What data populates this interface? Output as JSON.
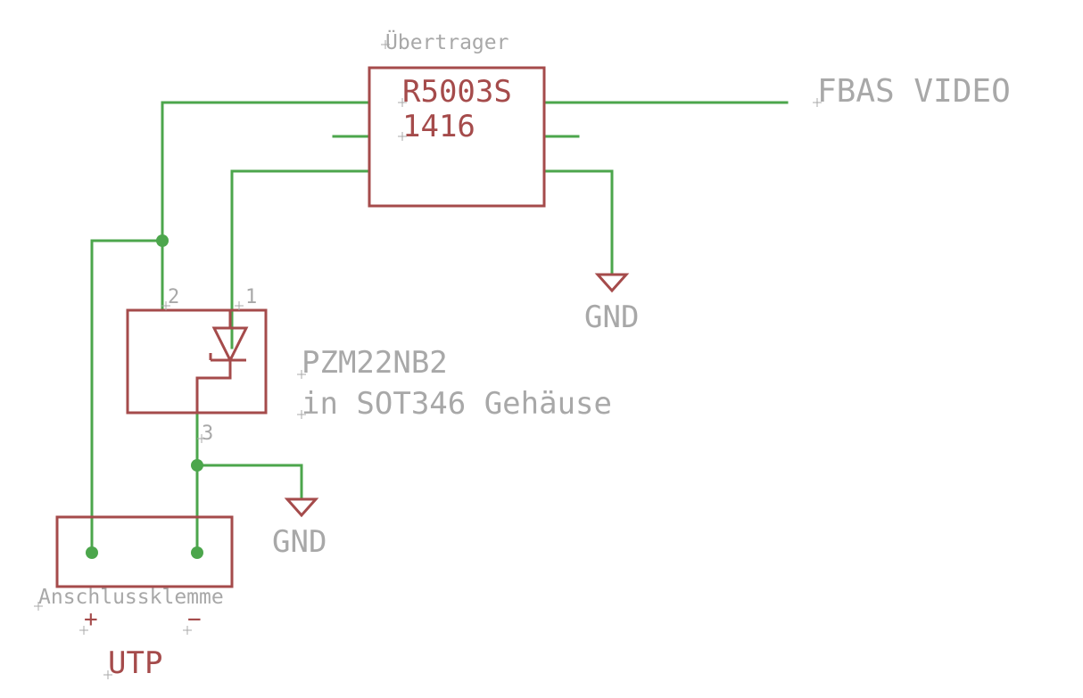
{
  "transformer": {
    "label": "Übertrager",
    "value_line1": "R5003S",
    "value_line2": "1416"
  },
  "video_net_label": "FBAS VIDEO",
  "zener": {
    "name": "PZM22NB2",
    "package": "in SOT346 Gehäuse",
    "pin1": "1",
    "pin2": "2",
    "pin3": "3"
  },
  "gnd_labels": [
    "GND",
    "GND"
  ],
  "terminal": {
    "label": "Anschlussklemme",
    "plus": "+",
    "minus": "−"
  },
  "utp_label": "UTP",
  "colors": {
    "net": "#4ca64c",
    "part": "#a54b4b",
    "label": "#a8a8a8",
    "background": "#ffffff"
  }
}
